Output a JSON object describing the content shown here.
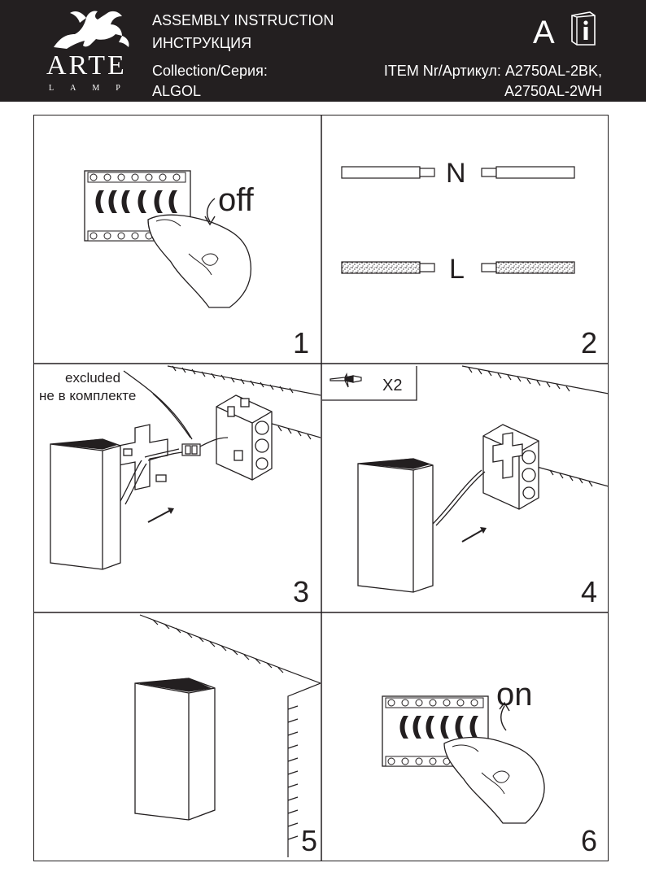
{
  "header": {
    "brand": "ARTE",
    "brand_sub": "LAMP",
    "title_en": "ASSEMBLY INSTRUCTION",
    "title_ru": "ИНСТРУКЦИЯ",
    "collection_label": "Collection/Серия:",
    "collection_value": "ALGOL",
    "letter": "A",
    "item_label": "ITEM Nr/Артикул: A2750AL-2BK,",
    "item_value2": "A2750AL-2WH",
    "icons": [
      "griffin-logo",
      "manual-book-icon"
    ],
    "colors": {
      "background": "#231f20",
      "text": "#ffffff"
    }
  },
  "steps": [
    {
      "number": "1",
      "label": "off"
    },
    {
      "number": "2",
      "wire_n": "N",
      "wire_l": "L"
    },
    {
      "number": "3",
      "note_en": "excluded",
      "note_ru": "не в комплекте"
    },
    {
      "number": "4",
      "screw_count": "X2"
    },
    {
      "number": "5"
    },
    {
      "number": "6",
      "label": "on"
    }
  ]
}
